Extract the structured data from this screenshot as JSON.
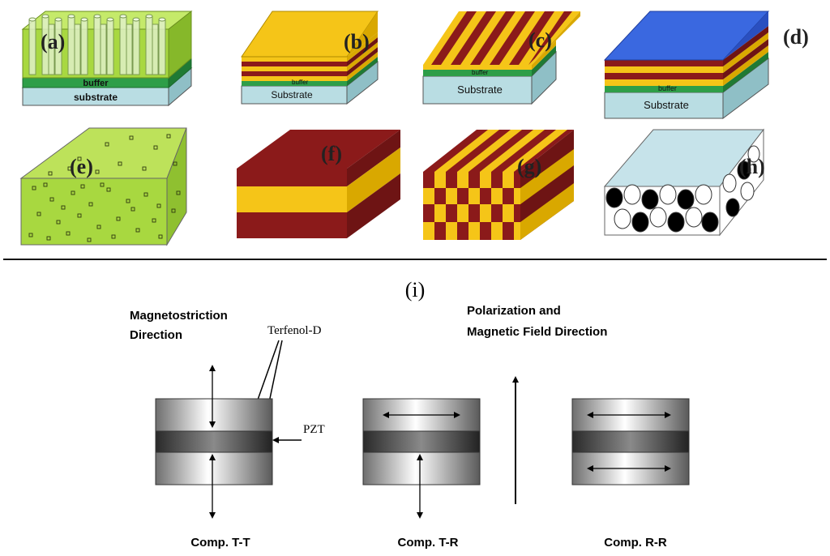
{
  "panels": {
    "a": {
      "label": "(a)",
      "buffer": "buffer",
      "substrate": "substrate"
    },
    "b": {
      "label": "(b)",
      "buffer": "buffer",
      "substrate": "Substrate"
    },
    "c": {
      "label": "(c)",
      "buffer": "buffer",
      "substrate": "Substrate"
    },
    "d": {
      "label": "(d)",
      "buffer": "buffer",
      "substrate": "Substrate"
    },
    "e": {
      "label": "(e)"
    },
    "f": {
      "label": "(f)"
    },
    "g": {
      "label": "(g)"
    },
    "h": {
      "label": "(h)"
    }
  },
  "section_i": {
    "label": "(i)",
    "magnetostriction_line1": "Magnetostriction",
    "magnetostriction_line2": "Direction",
    "polarization_line1": "Polarization and",
    "polarization_line2": "Magnetic Field Direction",
    "terfenol_label": "Terfenol-D",
    "pzt_label": "PZT",
    "caption_tt": "Comp. T-T",
    "caption_tr": "Comp. T-R",
    "caption_rr": "Comp. R-R"
  },
  "colors": {
    "nanopillar_green": "#a8d840",
    "buffer_green": "#2e9e48",
    "substrate_blue": "#b9dde3",
    "ferrite_red": "#8b1a1a",
    "piezo_yellow": "#f5c518",
    "top_blue": "#3a68e0"
  }
}
